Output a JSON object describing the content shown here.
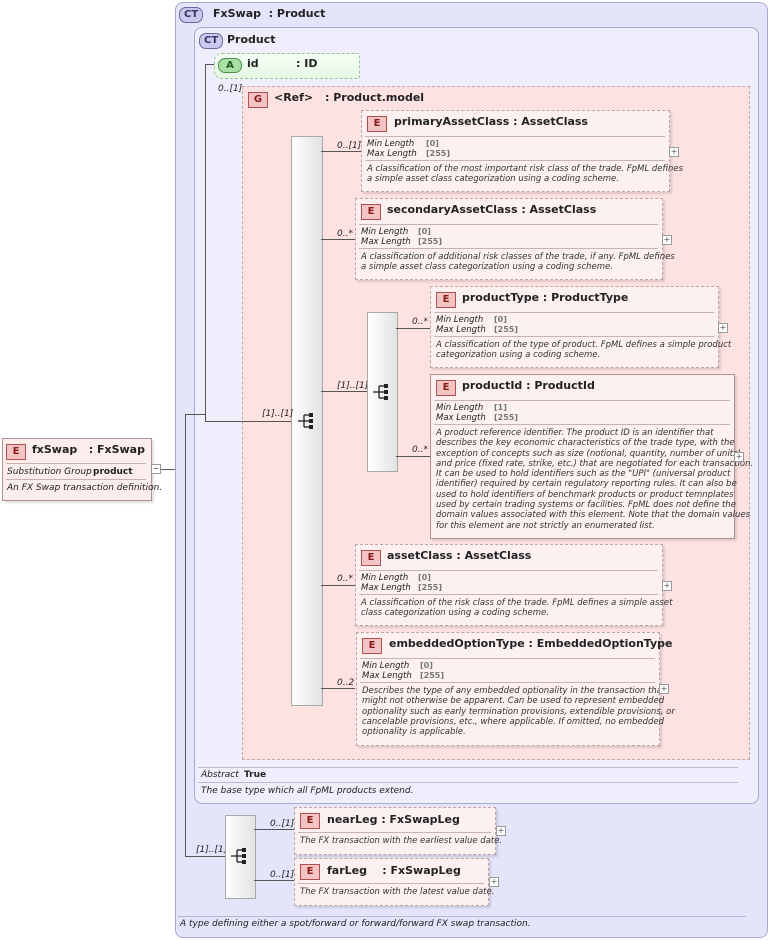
{
  "fxswap_ct": {
    "badge": "CT",
    "title": "FxSwap  : Product"
  },
  "product_ct": {
    "badge": "CT",
    "title": "Product"
  },
  "id_attr": {
    "badge": "A",
    "name": "id",
    "type": ": ID"
  },
  "group": {
    "badge": "G",
    "name": "<Ref>",
    "type": ": Product.model"
  },
  "facets": {
    "min": "Min Length",
    "max": "Max Length"
  },
  "elements": {
    "primary": {
      "name": "primaryAssetClass : AssetClass",
      "min": "[0]",
      "max": "[255]",
      "card": "0..[1]",
      "doc": [
        "A classification of the most important risk class of the trade. FpML defines",
        "a simple asset class categorization using a coding scheme."
      ]
    },
    "secondary": {
      "name": "secondaryAssetClass : AssetClass",
      "min": "[0]",
      "max": "[255]",
      "card": "0..*",
      "doc": [
        "A classification of additional risk classes of the trade, if any. FpML defines",
        "a simple asset class categorization using a coding scheme."
      ]
    },
    "productType": {
      "name": "productType : ProductType",
      "min": "[0]",
      "max": "[255]",
      "card": "0..*",
      "doc": [
        "A classification of the type of product. FpML defines a simple product",
        "categorization using a coding scheme."
      ]
    },
    "productId": {
      "name": "productId : ProductId",
      "min": "[1]",
      "max": "[255]",
      "card": "0..*",
      "doc": [
        "A product reference identifier. The product ID is an identifier that",
        "describes the key economic characteristics of the trade type, with the",
        "exception of concepts such as size (notional, quantity, number of units)",
        "and price (fixed rate, strike, etc.) that are negotiated for each transaction.",
        "It can be used to hold identifiers such as the \"UPI\" (universal product",
        "identifier) required by certain regulatory reporting rules. It can also be",
        "used to hold identifiers of benchmark products or product temnplates",
        "used by certain trading systems or facilities. FpML does not define the",
        "domain values associated with this element. Note that the domain values",
        "for this element are not strictly an enumerated list."
      ]
    },
    "assetClass": {
      "name": "assetClass : AssetClass",
      "min": "[0]",
      "max": "[255]",
      "card": "0..*",
      "doc": [
        "A classification of the risk class of the trade. FpML defines a simple asset",
        "class categorization using a coding scheme."
      ]
    },
    "embedded": {
      "name": "embeddedOptionType : EmbeddedOptionType",
      "min": "[0]",
      "max": "[255]",
      "card": "0..2",
      "doc": [
        "Describes the type of any embedded optionality in the transaction that",
        "might not otherwise be apparent. Can be used to represent embedded",
        "optionality such as early termination provisions, extendible provisions, or",
        "cancelable provisions, etc., where applicable. If omitted, no embedded",
        "optionality is applicable."
      ]
    },
    "nearLeg": {
      "name": "nearLeg : FxSwapLeg",
      "card": "0..[1]",
      "doc": [
        "The FX transaction with the earliest value date."
      ]
    },
    "farLeg": {
      "name": "farLeg    : FxSwapLeg",
      "card": "0..[1]",
      "doc": [
        "The FX transaction with the latest value date."
      ]
    }
  },
  "cardinality": {
    "id_attr": "0..[1]",
    "main_seq": "[1]..[1]",
    "choice_seq": "[1]..[1]",
    "legs_seq": "[1]..[1]"
  },
  "product_props": {
    "abstract_label": "Abstract",
    "abstract_value": "True",
    "doc": "The base type which all FpML products extend."
  },
  "fxswap_doc": "A type defining either a spot/forward or forward/forward FX swap transaction.",
  "root": {
    "badge": "E",
    "name": "fxSwap   : FxSwap",
    "subst_label": "Substitution Group",
    "subst_value": "product",
    "doc": "An FX Swap transaction definition."
  }
}
